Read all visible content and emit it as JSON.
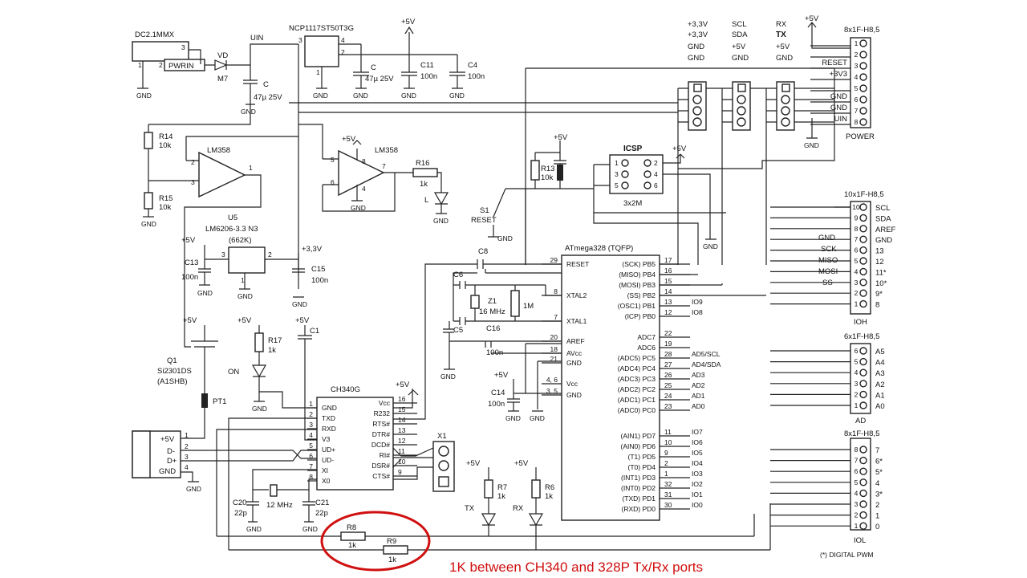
{
  "schematic": {
    "power_input": {
      "jack": "DC2.1MMX",
      "jack_label": "PWRIN",
      "pin_1": "1",
      "pin_2": "2",
      "pin_3": "3",
      "diode_ref": "VD",
      "diode_part": "M7",
      "cap_ref": "C",
      "cap_value": "47µ 25V",
      "net_uin": "UIN"
    },
    "regulator_5v": {
      "part": "NCP1117ST50T3G",
      "pin_in": "3",
      "pin_out": "4",
      "pin_2": "2",
      "pin_gnd": "1",
      "cap_c_ref": "C",
      "cap_c_value": "47µ 25V",
      "cap_c11_ref": "C11",
      "cap_c11_value": "100n",
      "cap_c4_ref": "C4",
      "cap_c4_value": "100n",
      "rail": "+5V"
    },
    "opamp_1": {
      "part": "LM358",
      "r14_ref": "R14",
      "r14_value": "10k",
      "r15_ref": "R15",
      "r15_value": "10k",
      "pin_out": "1",
      "pin_neg": "2",
      "pin_pos": "3"
    },
    "opamp_2": {
      "part": "LM358",
      "rail": "+5V",
      "pin_pos": "5",
      "pin_neg": "6",
      "pin_out": "7",
      "pin_vcc": "8",
      "pin_gnd": "4",
      "r16_ref": "R16",
      "r16_value": "1k",
      "led_label": "L"
    },
    "regulator_3v3": {
      "ref": "U5",
      "part": "LM6206-3.3 N3",
      "marking": "(662K)",
      "pin_in": "3",
      "pin_out": "2",
      "pin_gnd": "1",
      "c13_ref": "C13",
      "c13_value": "100n",
      "c15_ref": "C15",
      "c15_value": "100n",
      "rail": "+3,3V"
    },
    "mosfet": {
      "ref": "Q1",
      "part": "Si2301DS",
      "marking": "(A1SHB)",
      "fuse_ref": "PT1"
    },
    "usb": {
      "pins": [
        "+5V",
        "D-",
        "D+",
        "GND"
      ],
      "pin_numbers": [
        "1",
        "2",
        "3",
        "4"
      ]
    },
    "on_led": {
      "label": "ON",
      "r17_ref": "R17",
      "r17_value": "1k",
      "c1_ref": "C1"
    },
    "ch340": {
      "name": "CH340G",
      "left_pins": [
        {
          "num": "1",
          "name": "GND"
        },
        {
          "num": "2",
          "name": "TXD"
        },
        {
          "num": "3",
          "name": "RXD"
        },
        {
          "num": "4",
          "name": "V3"
        },
        {
          "num": "5",
          "name": "UD+"
        },
        {
          "num": "6",
          "name": "UD-"
        },
        {
          "num": "7",
          "name": "XI"
        },
        {
          "num": "8",
          "name": "X0"
        }
      ],
      "right_pins": [
        {
          "num": "16",
          "name": "Vcc"
        },
        {
          "num": "15",
          "name": "R232"
        },
        {
          "num": "14",
          "name": "RTS#"
        },
        {
          "num": "13",
          "name": "DTR#"
        },
        {
          "num": "12",
          "name": "DCD#"
        },
        {
          "num": "11",
          "name": "RI#"
        },
        {
          "num": "10",
          "name": "DSR#"
        },
        {
          "num": "9",
          "name": "CTS#"
        }
      ],
      "crystal": "12 MHz",
      "c20_ref": "C20",
      "c20_value": "22p",
      "c21_ref": "C21",
      "c21_value": "22p",
      "header_ref": "X1"
    },
    "mcu": {
      "name": "ATmega328 (TQFP)",
      "left_pins": [
        {
          "num": "29",
          "name": "RESET"
        },
        {
          "num": "8",
          "name": "XTAL2"
        },
        {
          "num": "7",
          "name": "XTAL1"
        },
        {
          "num": "20",
          "name": "AREF"
        },
        {
          "num": "18",
          "name": "AVcc"
        },
        {
          "num": "21",
          "name": "GND"
        },
        {
          "num": "4, 6",
          "name": "Vcc"
        },
        {
          "num": "3, 5",
          "name": "GND"
        }
      ],
      "right_pins": [
        {
          "num": "17",
          "name": "(SCK) PB5",
          "net": ""
        },
        {
          "num": "16",
          "name": "(MISO) PB4",
          "net": ""
        },
        {
          "num": "15",
          "name": "(MOSI) PB3",
          "net": ""
        },
        {
          "num": "14",
          "name": "(SS) PB2",
          "net": ""
        },
        {
          "num": "13",
          "name": "(OSC1) PB1",
          "net": "IO9"
        },
        {
          "num": "12",
          "name": "(ICP) PB0",
          "net": "IO8"
        },
        {
          "num": "22",
          "name": "ADC7",
          "net": ""
        },
        {
          "num": "19",
          "name": "ADC6",
          "net": ""
        },
        {
          "num": "28",
          "name": "(ADC5) PC5",
          "net": "AD5/SCL"
        },
        {
          "num": "27",
          "name": "(ADC4) PC4",
          "net": "AD4/SDA"
        },
        {
          "num": "26",
          "name": "(ADC3) PC3",
          "net": "AD3"
        },
        {
          "num": "25",
          "name": "(ADC2) PC2",
          "net": "AD2"
        },
        {
          "num": "24",
          "name": "(ADC1) PC1",
          "net": "AD1"
        },
        {
          "num": "23",
          "name": "(ADC0) PC0",
          "net": "AD0"
        },
        {
          "num": "11",
          "name": "(AIN1) PD7",
          "net": "IO7"
        },
        {
          "num": "10",
          "name": "(AIN0) PD6",
          "net": "IO6"
        },
        {
          "num": "9",
          "name": "(T1) PD5",
          "net": "IO5"
        },
        {
          "num": "2",
          "name": "(T0) PD4",
          "net": "IO4"
        },
        {
          "num": "1",
          "name": "(INT1) PD3",
          "net": "IO3"
        },
        {
          "num": "32",
          "name": "(INT0) PD2",
          "net": "IO2"
        },
        {
          "num": "31",
          "name": "(TXD) PD1",
          "net": "IO1"
        },
        {
          "num": "30",
          "name": "(RXD) PD0",
          "net": "IO0"
        }
      ],
      "c6_ref": "C6",
      "c8_ref": "C8",
      "c5_ref": "C5",
      "c16_ref": "C16",
      "c16_value": "100n",
      "crystal_ref": "Z1",
      "crystal_value": "16 MHz",
      "r_value": "1M",
      "c14_ref": "C14",
      "c14_value": "100n",
      "rail": "+5V"
    },
    "reset": {
      "switch_ref": "S1",
      "switch_label": "RESET",
      "r13_ref": "R13",
      "r13_value": "10k",
      "rail": "+5V"
    },
    "icsp": {
      "title": "ICSP",
      "subtitle": "3x2M",
      "left_pins": [
        "1",
        "3",
        "5"
      ],
      "right_pins": [
        "2",
        "4",
        "6"
      ],
      "rail": "+5V"
    },
    "power_header": {
      "part": "8x1F-H8,5",
      "ref": "POWER",
      "pins": [
        {
          "num": "1",
          "label": ""
        },
        {
          "num": "2",
          "label": ""
        },
        {
          "num": "3",
          "label": "RESET"
        },
        {
          "num": "4",
          "label": "+3V3"
        },
        {
          "num": "5",
          "label": ""
        },
        {
          "num": "6",
          "label": "GND"
        },
        {
          "num": "7",
          "label": "GND"
        },
        {
          "num": "8",
          "label": "UIN"
        }
      ],
      "rail": "+5V",
      "top_labels": [
        [
          "+3,3V",
          "+3,3V",
          "GND",
          "GND"
        ],
        [
          "SCL",
          "SDA",
          "+5V",
          "GND"
        ],
        [
          "RX",
          "TX",
          "+5V",
          "GND"
        ]
      ]
    },
    "ioh_header": {
      "part": "10x1F-H8,5",
      "ref": "IOH",
      "pins": [
        {
          "num": "10",
          "label": "SCL"
        },
        {
          "num": "9",
          "label": "SDA"
        },
        {
          "num": "8",
          "label": "AREF"
        },
        {
          "num": "7",
          "label": "GND"
        },
        {
          "num": "6",
          "label": "13"
        },
        {
          "num": "5",
          "label": "12"
        },
        {
          "num": "4",
          "label": "11*"
        },
        {
          "num": "3",
          "label": "10*"
        },
        {
          "num": "2",
          "label": "9*"
        },
        {
          "num": "1",
          "label": "8"
        }
      ],
      "left_labels": [
        "GND",
        "SCK",
        "MISO",
        "MOSI",
        "SS"
      ]
    },
    "ad_header": {
      "part": "6x1F-H8,5",
      "ref": "AD",
      "pins": [
        {
          "num": "6",
          "label": "A5"
        },
        {
          "num": "5",
          "label": "A4"
        },
        {
          "num": "4",
          "label": "A3"
        },
        {
          "num": "3",
          "label": "A2"
        },
        {
          "num": "2",
          "label": "A1"
        },
        {
          "num": "1",
          "label": "A0"
        }
      ]
    },
    "iol_header": {
      "part": "8x1F-H8,5",
      "ref": "IOL",
      "pins": [
        {
          "num": "8",
          "label": "7"
        },
        {
          "num": "7",
          "label": "6*"
        },
        {
          "num": "6",
          "label": "5*"
        },
        {
          "num": "5",
          "label": "4"
        },
        {
          "num": "4",
          "label": "3*"
        },
        {
          "num": "3",
          "label": "2"
        },
        {
          "num": "2",
          "label": "1"
        },
        {
          "num": "1",
          "label": "0"
        }
      ],
      "footnote": "(*) DIGITAL PWM"
    },
    "tx_rx_leds": {
      "r7_ref": "R7",
      "r7_value": "1k",
      "r6_ref": "R6",
      "r6_value": "1k",
      "tx_label": "TX",
      "rx_label": "RX",
      "rail": "+5V"
    },
    "series_resistors": {
      "r8_ref": "R8",
      "r8_value": "1k",
      "r9_ref": "R9",
      "r9_value": "1k"
    },
    "common": {
      "gnd": "GND",
      "vcc5": "+5V"
    },
    "annotation": {
      "text": "1K  between CH340 and 328P Tx/Rx ports",
      "color": "#d01010"
    }
  }
}
